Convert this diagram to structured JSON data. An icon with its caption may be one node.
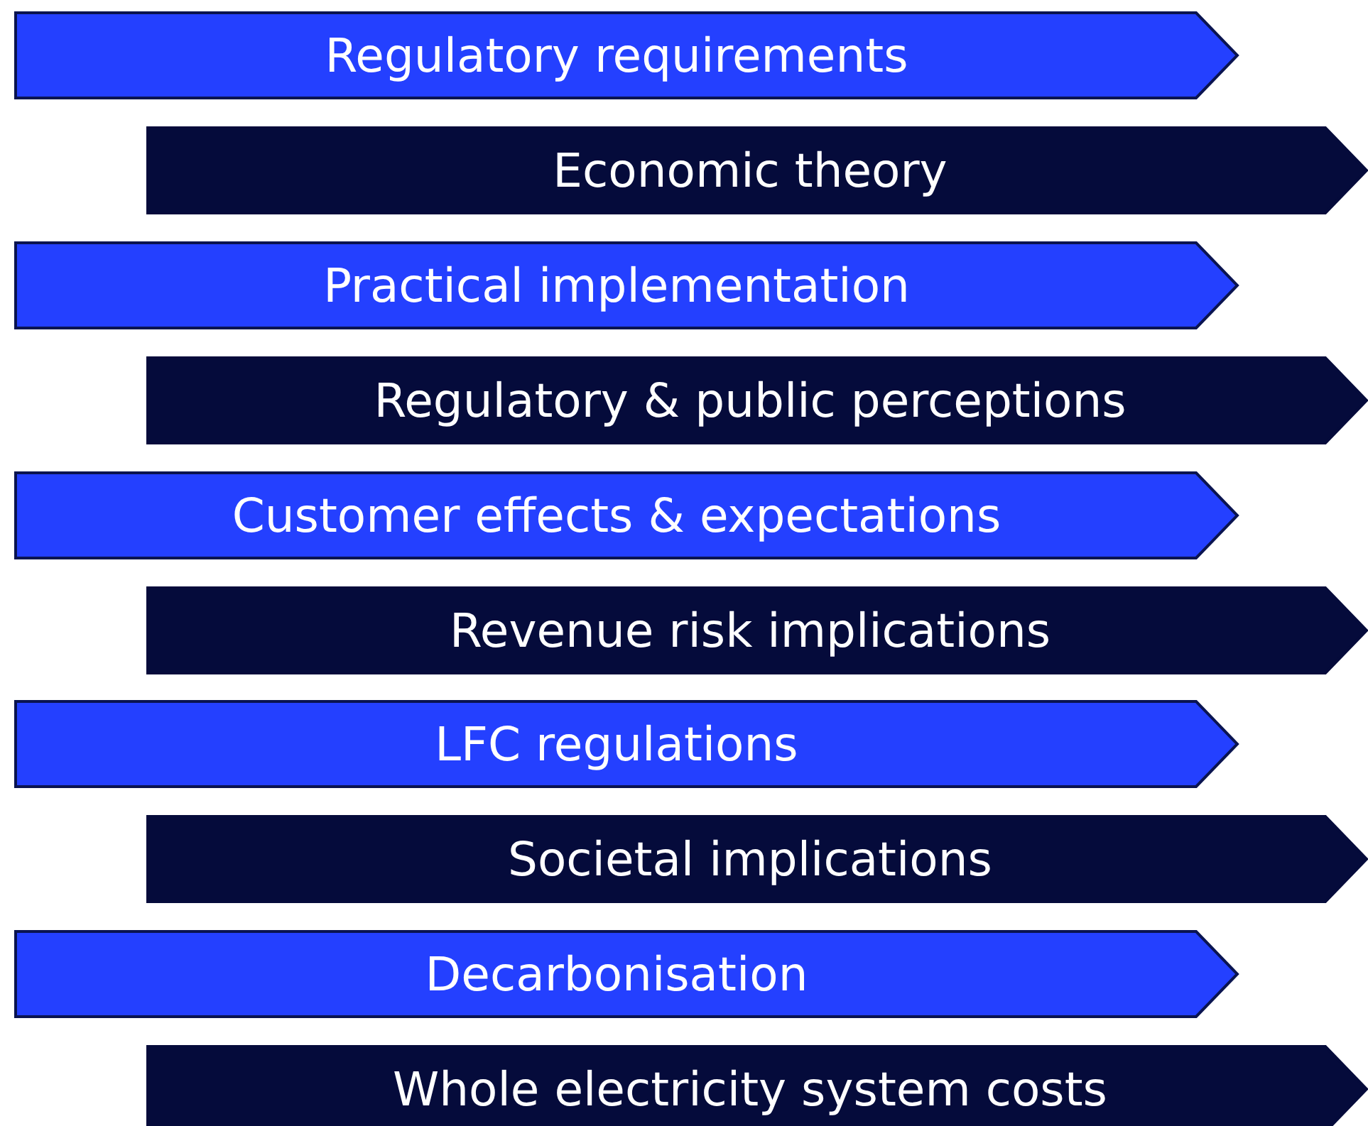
{
  "diagram": {
    "nodes": [
      {
        "text": [
          "Regulatory requirements"
        ]
      },
      {
        "text": [
          "Economic theory"
        ]
      },
      {
        "text": [
          "Practical implementation"
        ]
      },
      {
        "text": [
          "Regulatory & public perceptions"
        ]
      },
      {
        "text": [
          "Customer effects & expectations"
        ]
      },
      {
        "text": [
          "Revenue risk implications"
        ]
      },
      {
        "text": [
          "LFC regulations"
        ]
      },
      {
        "text": [
          "Societal implications"
        ]
      },
      {
        "text": [
          "Decarbonisation"
        ]
      },
      {
        "text": [
          "Whole electricity system costs"
        ]
      }
    ]
  }
}
